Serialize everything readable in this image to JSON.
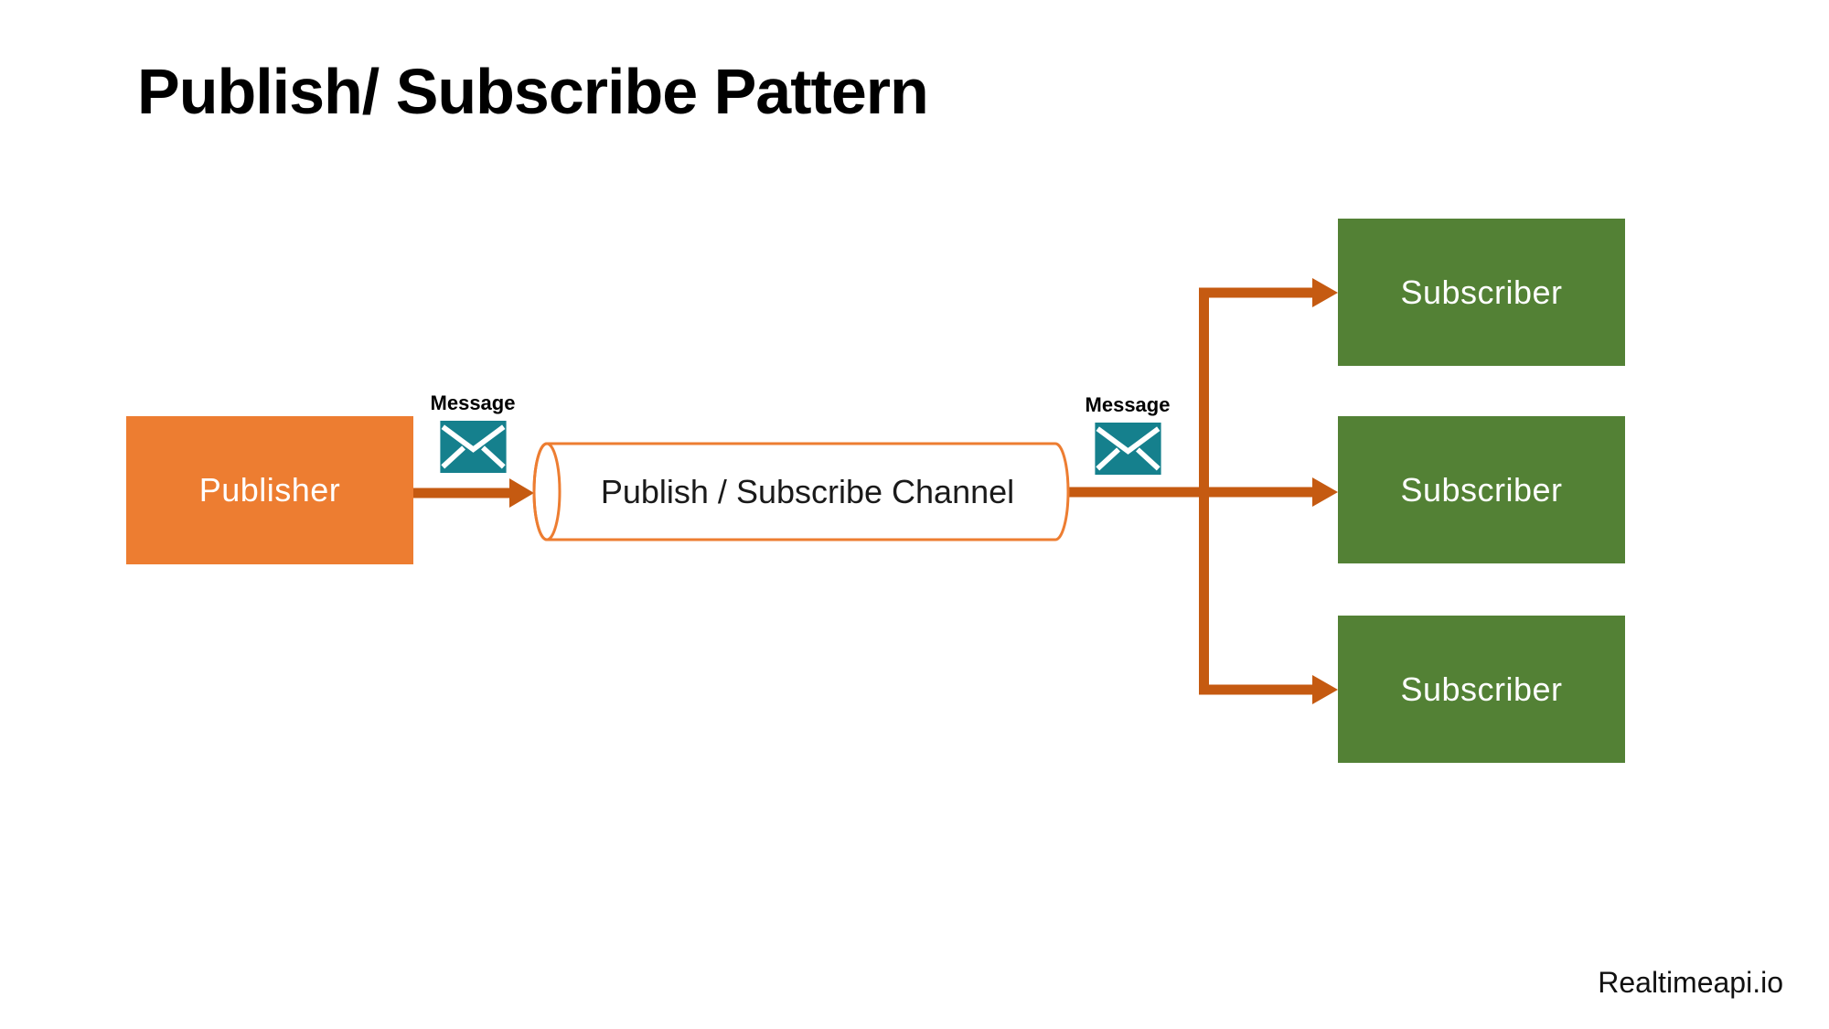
{
  "title": "Publish/ Subscribe Pattern",
  "publisher": {
    "label": "Publisher"
  },
  "channel": {
    "label": "Publish / Subscribe Channel"
  },
  "subscribers": [
    "Subscriber",
    "Subscriber",
    "Subscriber"
  ],
  "messages": [
    {
      "label": "Message",
      "icon": "envelope-icon"
    },
    {
      "label": "Message",
      "icon": "envelope-icon"
    }
  ],
  "footer": {
    "brand": "Realtimeapi.io"
  },
  "colors": {
    "publisher-fill": "#ED7D31",
    "subscriber-fill": "#538135",
    "connector": "#C55A11",
    "channel-stroke": "#ED7D31",
    "envelope-fill": "#15808D",
    "text-dark": "#000000",
    "text-light": "#FFFFFF"
  }
}
